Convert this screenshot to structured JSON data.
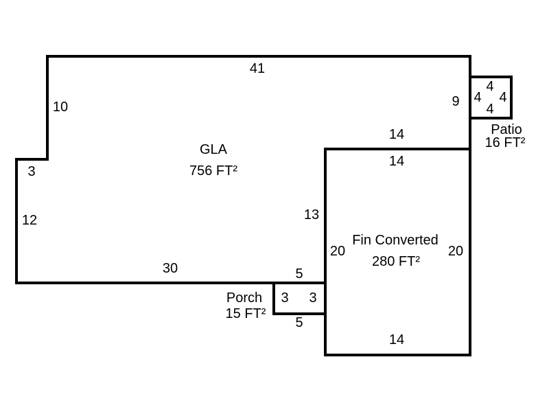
{
  "areas": {
    "gla": {
      "name": "GLA",
      "area": "756 FT²",
      "dims": {
        "top": "41",
        "left_upper": "10",
        "step": "3",
        "left_lower": "12",
        "bottom": "30",
        "right_upper": "9",
        "inner_top": "14",
        "inner_side": "13"
      }
    },
    "fin_converted": {
      "name": "Fin Converted",
      "area": "280 FT²",
      "dims": {
        "top": "14",
        "left": "20",
        "right": "20",
        "bottom": "14"
      }
    },
    "patio": {
      "name": "Patio",
      "area": "16 FT²",
      "dims": {
        "top": "4",
        "left": "4",
        "right": "4",
        "bottom": "4"
      }
    },
    "porch": {
      "name": "Porch",
      "area": "15 FT²",
      "dims": {
        "left": "3",
        "top": "5",
        "bottom": "5",
        "right": "3"
      }
    }
  },
  "colors": {
    "line": "#000000",
    "background": "#ffffff"
  }
}
